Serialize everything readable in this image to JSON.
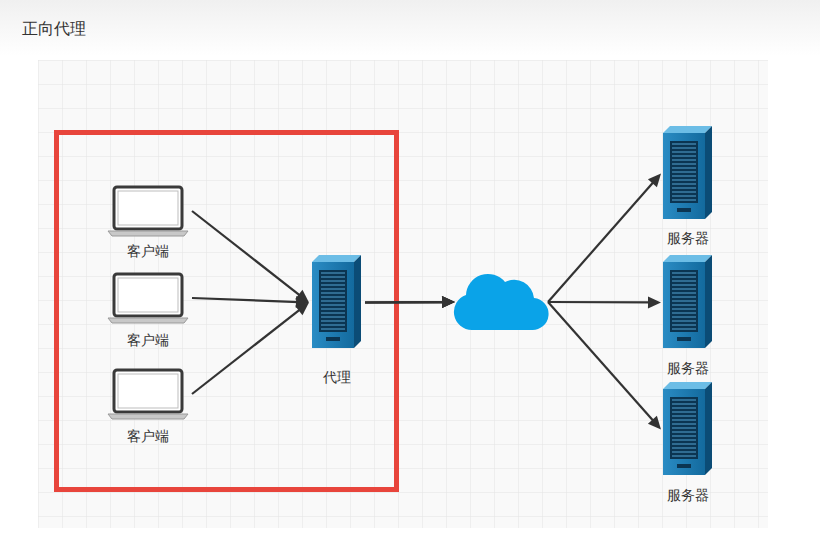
{
  "diagram": {
    "title": "正向代理",
    "nodes": [
      {
        "text": [
          "客户端"
        ]
      },
      {
        "text": [
          "客户端"
        ]
      },
      {
        "text": [
          "客户端"
        ]
      },
      {
        "text": [
          "代理"
        ]
      },
      {
        "text": [
          "服务器"
        ]
      },
      {
        "text": [
          "服务器"
        ]
      },
      {
        "text": [
          "服务器"
        ]
      }
    ],
    "edges": [
      {
        "from": 0,
        "to": 3,
        "arrow": "to"
      },
      {
        "from": 1,
        "to": 3,
        "arrow": "to"
      },
      {
        "from": 2,
        "to": 3,
        "arrow": "to"
      },
      {
        "from": 3,
        "to": 4,
        "arrow": "to"
      },
      {
        "from": 3,
        "to": 5,
        "arrow": "to"
      },
      {
        "from": 3,
        "to": 6,
        "arrow": "to"
      }
    ]
  }
}
